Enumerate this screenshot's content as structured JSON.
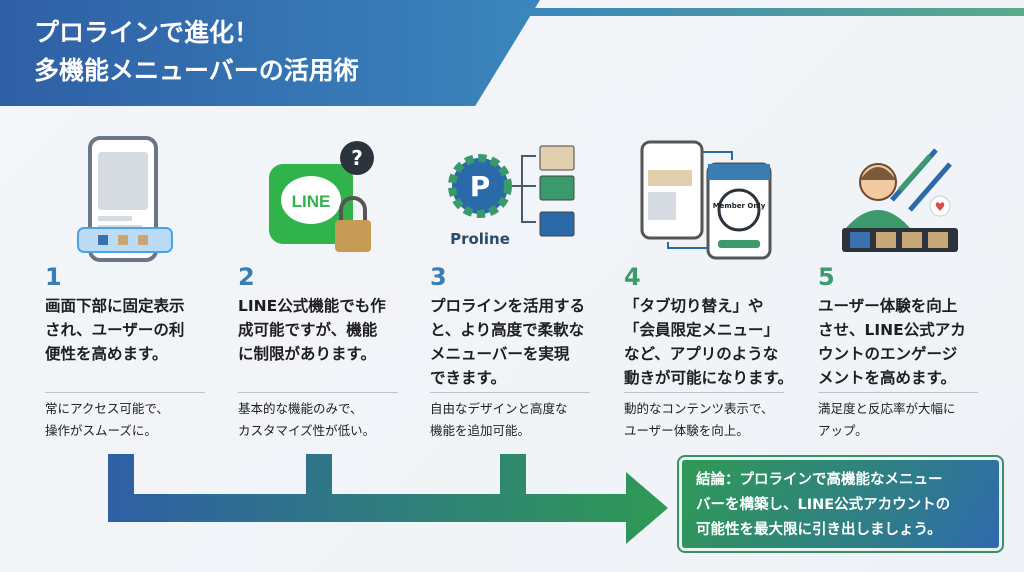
{
  "title": {
    "line1": "プロラインで進化！",
    "line2": "多機能メニューバーの活用術"
  },
  "icons": {
    "line_logo": "LINE",
    "proline_logo": "Proline",
    "member_badge": "Member Only",
    "question": "?"
  },
  "steps": [
    {
      "number": "1",
      "heading": "画面下部に固定表示\nされ、ユーザーの利\n便性を高めます。",
      "detail": "常にアクセス可能で、\n操作がスムーズに。"
    },
    {
      "number": "2",
      "heading": "LINE公式機能でも作\n成可能ですが、機能\nに制限があります。",
      "detail": "基本的な機能のみで、\nカスタマイズ性が低い。"
    },
    {
      "number": "3",
      "heading": "プロラインを活用する\nと、より高度で柔軟な\nメニューバーを実現\nできます。",
      "detail": "自由なデザインと高度な\n機能を追加可能。"
    },
    {
      "number": "4",
      "heading": "「タブ切り替え」や\n「会員限定メニュー」\nなど、アプリのような\n動きが可能になります。",
      "detail": "動的なコンテンツ表示で、\nユーザー体験を向上。"
    },
    {
      "number": "5",
      "heading": "ユーザー体験を向上\nさせ、LINE公式アカ\nウントのエンゲージ\nメントを高めます。",
      "detail": "満足度と反応率が大幅に\nアップ。"
    }
  ],
  "conclusion": "結論：プロラインで高機能なメニュー\nバーを構築し、LINE公式アカウントの\n可能性を最大限に引き出しましょう。",
  "colors": {
    "blue": "#3a7db3",
    "green": "#3d9a6c"
  }
}
